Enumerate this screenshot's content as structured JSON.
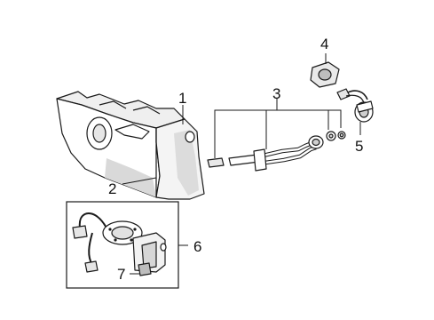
{
  "callouts": {
    "c1": "1",
    "c2": "2",
    "c3": "3",
    "c4": "4",
    "c5": "5",
    "c6": "6",
    "c7": "7"
  },
  "colors": {
    "line": "#1a1a1a",
    "shade": "#d9d9d9",
    "mid": "#bdbdbd",
    "background": "#ffffff"
  }
}
